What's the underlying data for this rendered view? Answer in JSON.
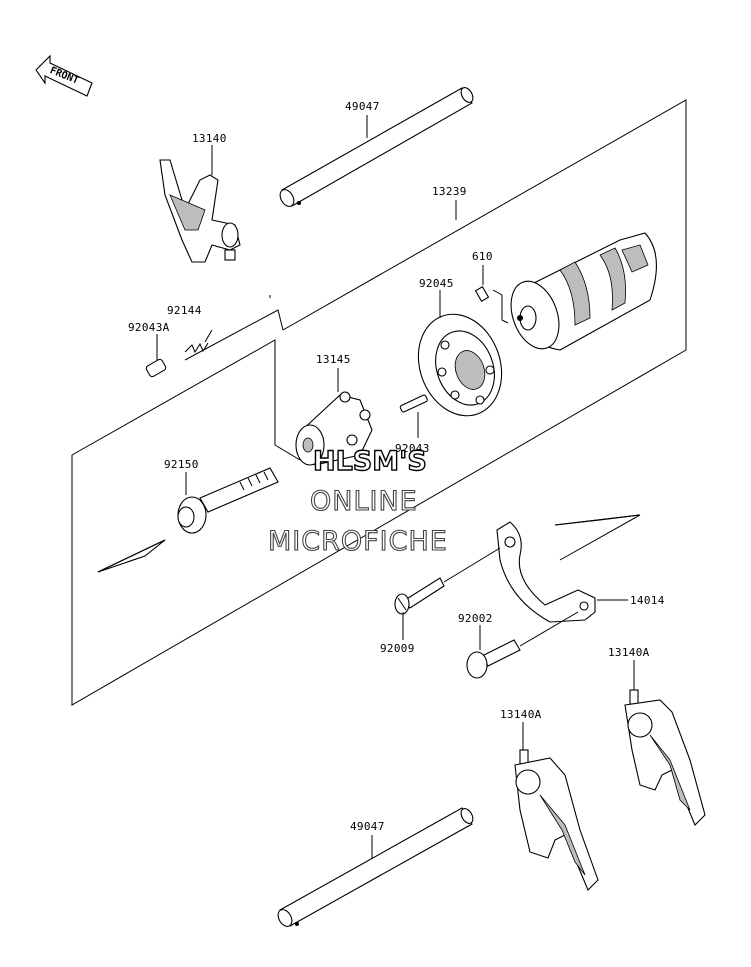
{
  "front_arrow": {
    "label": "FRONT",
    "icon": "front-arrow-icon"
  },
  "labels": {
    "shaft_top": "49047",
    "fork_top": "13140",
    "drum": "13239",
    "pin_610": "610",
    "bearing": "92045",
    "spring": "92144",
    "pin_a": "92043A",
    "holder": "13145",
    "pin_92043": "92043",
    "bolt_92150": "92150",
    "plate": "14014",
    "bolt_92002": "92002",
    "screw": "92009",
    "fork_a_right": "13140A",
    "fork_a_left": "13140A",
    "shaft_bottom": "49047"
  },
  "watermark": {
    "line1": "HLSM'S",
    "line2": "ONLINE",
    "line3": "MICROFICHE"
  }
}
